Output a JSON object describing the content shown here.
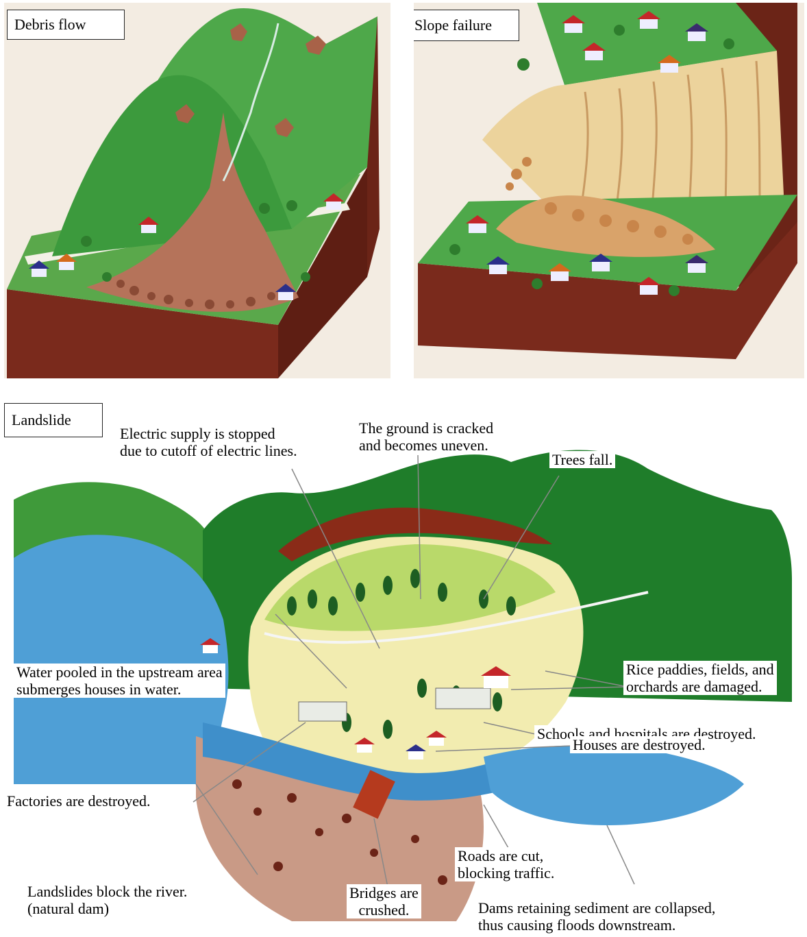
{
  "panels": {
    "debris_flow": {
      "title": "Debris flow"
    },
    "slope_failure": {
      "title": "Slope failure"
    },
    "landslide": {
      "title": "Landslide",
      "callouts": {
        "electric": [
          "Electric supply is stopped",
          "due to cutoff of electric lines."
        ],
        "ground": [
          "The ground is cracked",
          "and becomes uneven."
        ],
        "trees": [
          "Trees fall."
        ],
        "water": [
          "Water pooled in the upstream area",
          "submerges houses in water."
        ],
        "rice": [
          "Rice paddies, fields, and",
          "orchards are damaged."
        ],
        "schools": [
          "Schools and hospitals are destroyed."
        ],
        "houses": [
          "Houses are destroyed."
        ],
        "factories": [
          "Factories are destroyed."
        ],
        "roads": [
          "Roads are cut,",
          "blocking traffic."
        ],
        "block": [
          "Landslides block the river.",
          "(natural dam)"
        ],
        "bridges": [
          "Bridges are",
          "crushed."
        ],
        "dams": [
          "Dams retaining sediment are collapsed,",
          "thus causing floods downstream."
        ]
      }
    }
  },
  "colors": {
    "grass": "#3f9a3a",
    "forest": "#1f7d2a",
    "soil": "#7a2a1c",
    "debris": "#b5735a",
    "river": "#4f9fd6",
    "sand": "#f2ecb0"
  }
}
